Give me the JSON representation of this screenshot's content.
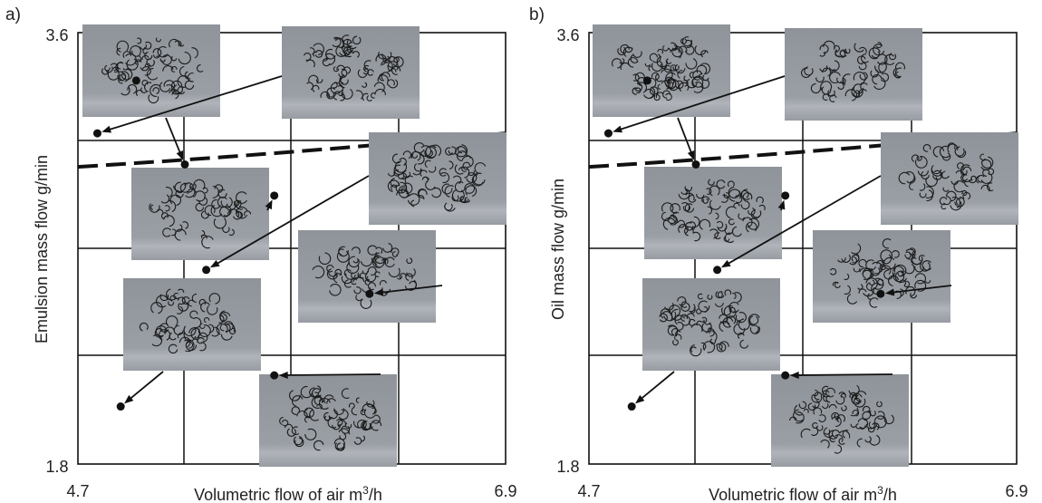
{
  "chart_data": [
    {
      "type": "scatter",
      "panel_label": "a)",
      "xlabel": "Volumetric flow of air  m",
      "xlabel_sup": "3",
      "xlabel_tail": "/h",
      "ylabel": "Emulsion mass flow  g/min",
      "xlim": [
        4.7,
        6.9
      ],
      "ylim": [
        1.8,
        3.6
      ],
      "xtick_labels": [
        "4.7",
        "6.9"
      ],
      "ytick_labels": [
        "3.6",
        "1.8"
      ],
      "grid": true,
      "points": [
        {
          "x": 5.0,
          "y": 3.4
        },
        {
          "x": 5.25,
          "y": 3.05
        },
        {
          "x": 5.71,
          "y": 2.92
        },
        {
          "x": 5.36,
          "y": 2.61
        },
        {
          "x": 6.2,
          "y": 2.51
        },
        {
          "x": 5.71,
          "y": 2.17
        },
        {
          "x": 4.92,
          "y": 2.04
        },
        {
          "x": 4.8,
          "y": 3.18
        }
      ],
      "boundary_line": [
        {
          "x": 4.7,
          "y": 3.04
        },
        {
          "x": 6.9,
          "y": 3.18
        }
      ]
    },
    {
      "type": "scatter",
      "panel_label": "b)",
      "xlabel": "Volumetric flow of air  m",
      "xlabel_sup": "3",
      "xlabel_tail": "/h",
      "ylabel": "Oil mass flow  g/min",
      "xlim": [
        4.7,
        6.9
      ],
      "ylim": [
        1.8,
        3.6
      ],
      "xtick_labels": [
        "4.7",
        "6.9"
      ],
      "ytick_labels": [
        "3.6",
        "1.8"
      ],
      "grid": true,
      "points": [
        {
          "x": 5.0,
          "y": 3.4
        },
        {
          "x": 5.25,
          "y": 3.05
        },
        {
          "x": 5.71,
          "y": 2.92
        },
        {
          "x": 5.36,
          "y": 2.61
        },
        {
          "x": 6.2,
          "y": 2.51
        },
        {
          "x": 5.71,
          "y": 2.17
        },
        {
          "x": 4.92,
          "y": 2.04
        },
        {
          "x": 4.8,
          "y": 3.18
        }
      ],
      "boundary_line": [
        {
          "x": 4.7,
          "y": 3.04
        },
        {
          "x": 6.9,
          "y": 3.18
        }
      ]
    }
  ],
  "colors": {
    "axis": "#111111",
    "photo_bg": "#8e9399",
    "photo_band": "#a6abb1",
    "fiber": "#1c1c1c"
  }
}
